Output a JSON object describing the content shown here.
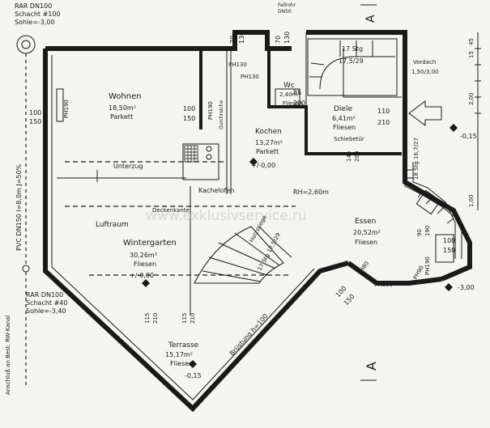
{
  "drain_top": {
    "l1": "RAR DN100",
    "l2": "Schacht #100",
    "l3": "Sohle=-3,00"
  },
  "drain_bottom": {
    "l1": "RAR DN100",
    "l2": "Schacht #40",
    "l3": "Sohle=-3,40"
  },
  "pvc_label": "PVC DN150 l=8,0m J=50%",
  "rw_label": "Anschluß an Best. RW-Kanal",
  "fallrohr": {
    "l1": "Fallrohr",
    "l2": "DN50"
  },
  "rooms": {
    "wohnen": {
      "name": "Wohnen",
      "area": "18,50m²",
      "floor": "Parkett"
    },
    "kochen": {
      "name": "Kochen",
      "area": "13,27m²",
      "floor": "Parkett",
      "level": "+/-0,00"
    },
    "wc": {
      "name": "Wc",
      "area": "2,40m²",
      "floor": "Fliesen"
    },
    "diele": {
      "name": "Diele",
      "area": "6,41m²",
      "floor": "Fliesen"
    },
    "essen": {
      "name": "Essen",
      "area": "20,52m²",
      "floor": "Fliesen"
    },
    "luftraum": {
      "name": "Luftraum"
    },
    "wintergarten": {
      "name": "Wintergarten",
      "area": "30,26m²",
      "floor": "Fliesen",
      "level": "+/-0,00"
    },
    "terrasse": {
      "name": "Terrasse",
      "area": "15,17m²",
      "floor": "Fliesen",
      "level": "-0,15"
    }
  },
  "annotations": {
    "unterzug": "Unterzug",
    "kachelofen": "Kachelofen",
    "deckenkante": "Deckenkante",
    "rh": "RH=2,60m",
    "schiebetuer": "Schiebetür",
    "holzstiege": "Holzstiege",
    "bruestung": "Brüstung h=100",
    "durchreiche": "Durchreiche",
    "vordach": "Vordach",
    "vordach_dim": "1,50/3,00",
    "level_right": "-0,15",
    "level_right_bottom": "-3,00",
    "stairs_top_count": "17 Stg",
    "stairs_top_dim": "17,5/29",
    "stairs_right": "18 Stg 16,7/27",
    "stairs_inner": "17 Stg 17,5/29"
  },
  "dims": {
    "d70a": "70",
    "d130a": "130",
    "d70b": "70",
    "d130b": "130",
    "ph130a": "PH130",
    "ph130b": "PH130",
    "wc85": "85",
    "wc200": "200",
    "w100a": "100",
    "w150a": "150",
    "w100b": "100",
    "w150b": "150",
    "ph190a": "PH190",
    "ph190b": "PH190",
    "d110": "110",
    "d210": "210",
    "d145": "145",
    "d200": "200",
    "e90": "90",
    "e190": "190",
    "r100": "100",
    "r150": "150",
    "b100": "100",
    "b150": "150",
    "ph80": "PH80",
    "ph190c": "PH190",
    "ph90": "PH90",
    "ph190d": "PH190",
    "t115a": "115",
    "t210a": "210",
    "t115b": "115",
    "t210b": "210",
    "m2": "2,00",
    "m15": "15",
    "m45": "45",
    "m1": "1,00"
  },
  "section_marks": {
    "top": "A",
    "bottom": "A"
  },
  "watermark": "www.exklusivservice.ru"
}
